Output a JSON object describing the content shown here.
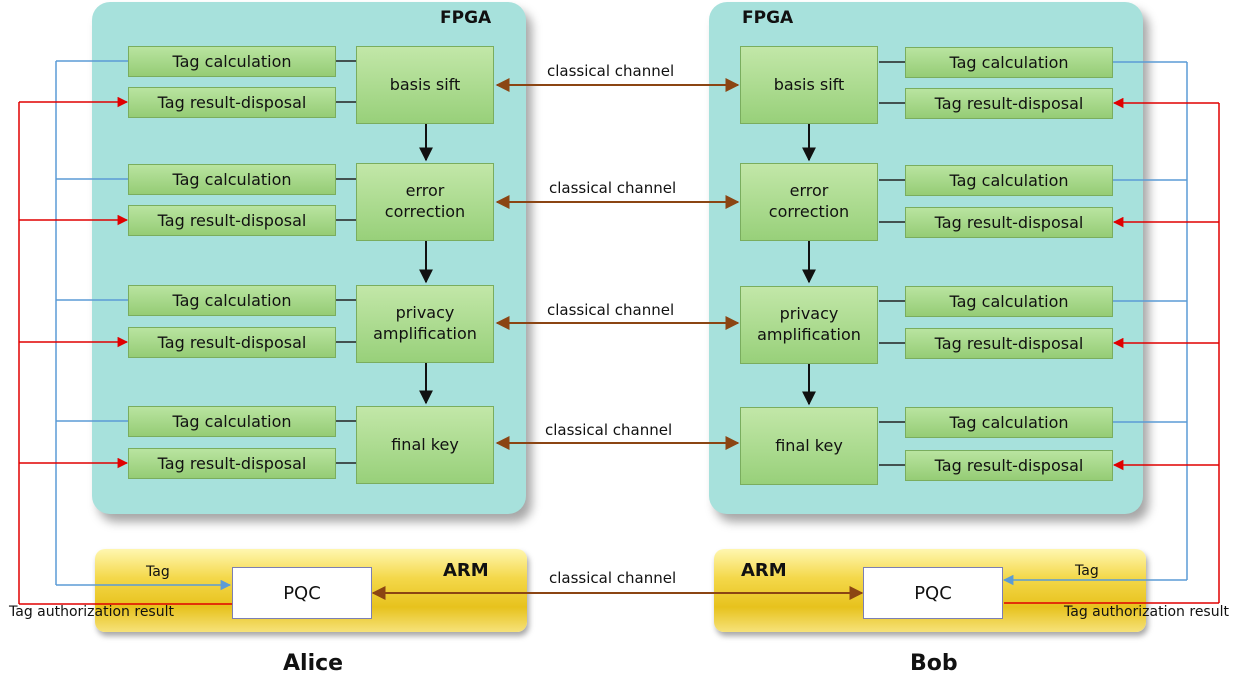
{
  "fpga_label": "FPGA",
  "arm_label": "ARM",
  "channel_label": "classical channel",
  "tag_calc_label": "Tag calculation",
  "tag_result_label": "Tag result-disposal",
  "stages": [
    "basis sift",
    "error correction",
    "privacy amplification",
    "final key"
  ],
  "pqc_label": "PQC",
  "tag_label": "Tag",
  "tag_auth_label": "Tag authorization result",
  "alice_label": "Alice",
  "bob_label": "Bob",
  "colors": {
    "fpga_bg": "#a7e1dc",
    "module_green": "#98d07a",
    "arm_yellow": "#f4d84a",
    "channel_arrow": "#8b4513",
    "tag_line": "#5b9bd5",
    "result_line": "#e00000"
  }
}
